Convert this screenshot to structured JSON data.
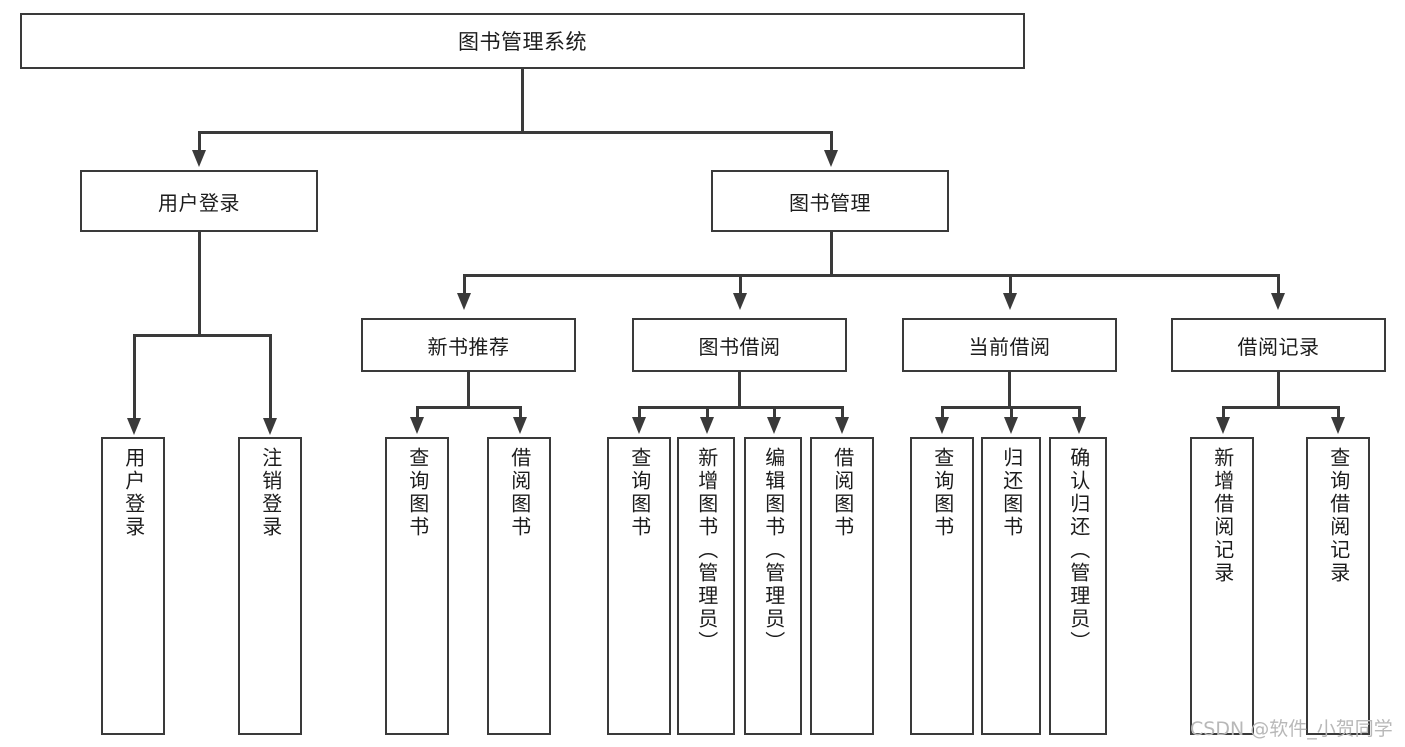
{
  "diagram": {
    "title": "图书管理系统",
    "type": "tree-hierarchy",
    "root": {
      "label": "图书管理系统"
    },
    "level1": [
      {
        "label": "用户登录"
      },
      {
        "label": "图书管理"
      }
    ],
    "level2": [
      {
        "label": "新书推荐"
      },
      {
        "label": "图书借阅"
      },
      {
        "label": "当前借阅"
      },
      {
        "label": "借阅记录"
      }
    ],
    "leaves": {
      "user_login": [
        {
          "label": "用户登录"
        },
        {
          "label": "注销登录"
        }
      ],
      "new_book_recommend": [
        {
          "label": "查询图书"
        },
        {
          "label": "借阅图书"
        }
      ],
      "book_borrow": [
        {
          "label": "查询图书"
        },
        {
          "label": "新增图书（管理员）"
        },
        {
          "label": "编辑图书（管理员）"
        },
        {
          "label": "借阅图书"
        }
      ],
      "current_borrow": [
        {
          "label": "查询图书"
        },
        {
          "label": "归还图书"
        },
        {
          "label": "确认归还（管理员）"
        }
      ],
      "borrow_record": [
        {
          "label": "新增借阅记录"
        },
        {
          "label": "查询借阅记录"
        }
      ]
    }
  },
  "watermark": {
    "text": "CSDN @软件_小贺同学"
  },
  "colors": {
    "stroke": "#3a3a3a",
    "text": "#1c1c1c",
    "background": "#ffffff",
    "watermark": "#b8b8b8"
  }
}
